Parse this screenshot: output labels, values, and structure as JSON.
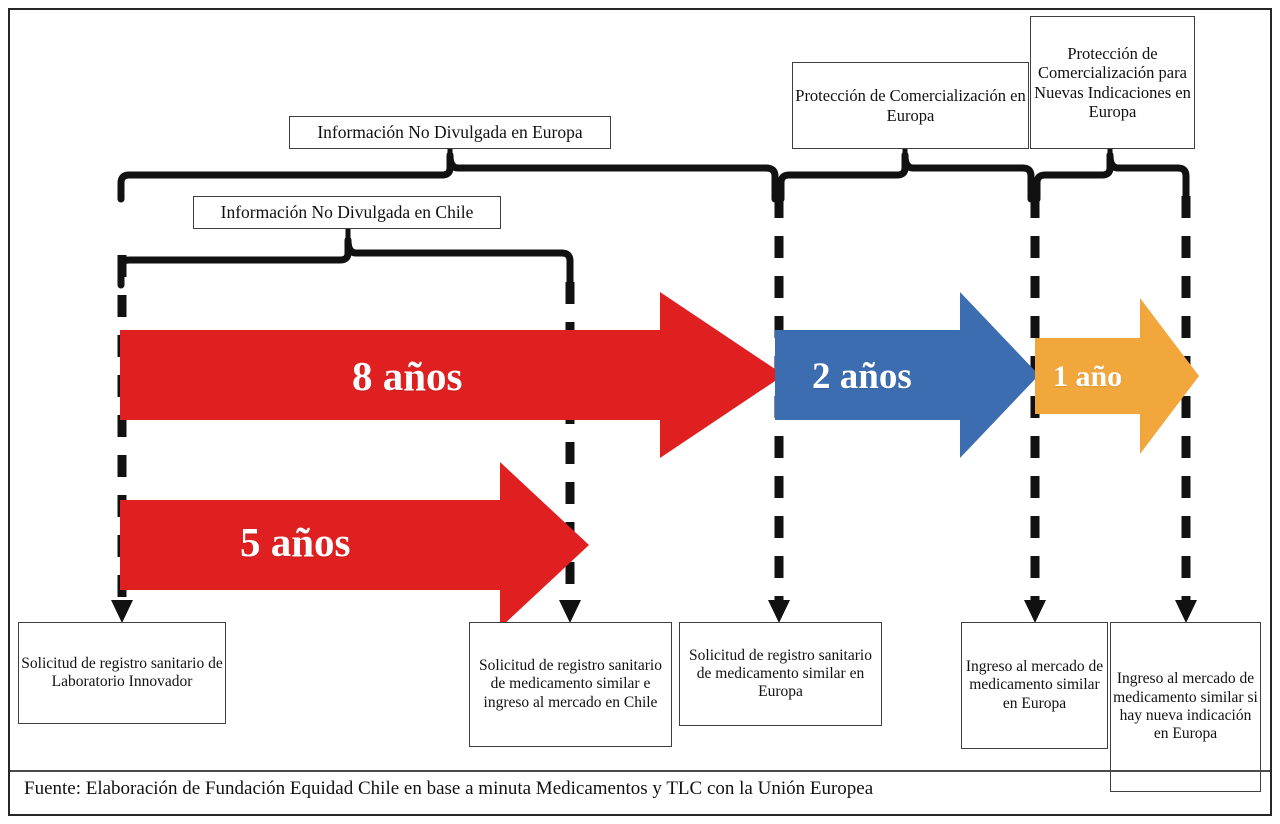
{
  "diagram": {
    "title_boxes": {
      "informacion_no_divulgada_europa": "Información No Divulgada en Europa",
      "informacion_no_divulgada_chile": "Información No Divulgada en Chile",
      "proteccion_comercializacion_europa": "Protección de Comercialización en Europa",
      "proteccion_comercializacion_nuevas_indicaciones": "Protección de Comercialización para Nuevas Indicaciones en Europa"
    },
    "arrows": [
      {
        "id": "arrow-8-anos",
        "label": "8 años",
        "color": "#E02020",
        "years": 8
      },
      {
        "id": "arrow-5-anos",
        "label": "5 años",
        "color": "#E02020",
        "years": 5
      },
      {
        "id": "arrow-2-anos",
        "label": "2 años",
        "color": "#3C6DB0",
        "years": 2
      },
      {
        "id": "arrow-1-ano",
        "label": "1 año",
        "color": "#F2A73D",
        "years": 1
      }
    ],
    "milestones": [
      {
        "id": "milestone-1",
        "text": "Solicitud de registro sanitario de Laboratorio Innovador"
      },
      {
        "id": "milestone-2",
        "text": "Solicitud de registro sanitario de medicamento similar e ingreso al mercado en Chile"
      },
      {
        "id": "milestone-3",
        "text": "Solicitud de registro sanitario de medicamento similar en Europa"
      },
      {
        "id": "milestone-4",
        "text": "Ingreso al mercado de medicamento similar en Europa"
      },
      {
        "id": "milestone-5",
        "text": "Ingreso al mercado de medicamento similar si hay nueva indicación en Europa"
      }
    ],
    "footer": "Fuente: Elaboración de Fundación Equidad Chile en base a minuta Medicamentos y TLC con la Unión Europea",
    "colors": {
      "red": "#E02020",
      "blue": "#3C6DB0",
      "orange": "#F2A73D",
      "line": "#111111",
      "frame": "#262626"
    }
  }
}
